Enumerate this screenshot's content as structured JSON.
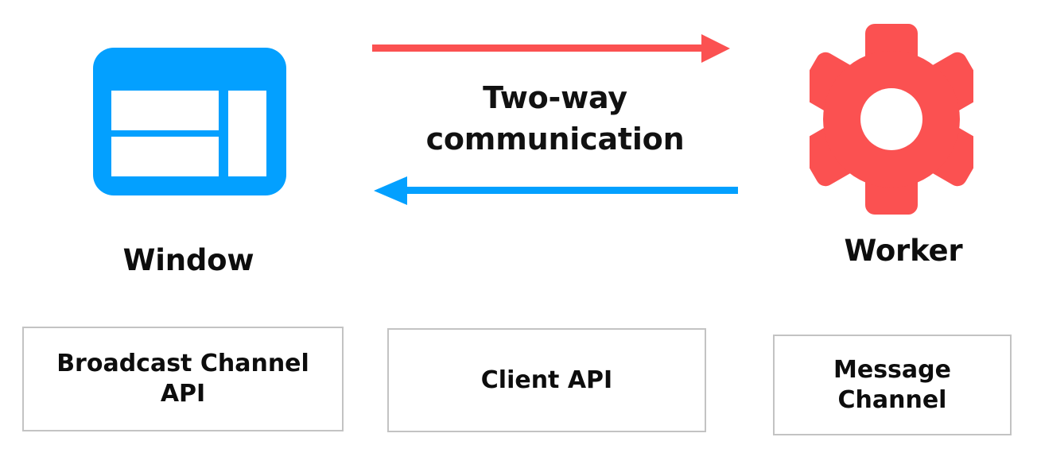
{
  "diagram": {
    "title": "Two-way communication between Window and Worker",
    "background_color": "#ffffff",
    "colors": {
      "blue": "#03a0ff",
      "red": "#fb5151",
      "text": "#0d0d0d",
      "box_border": "#c3c3c3"
    },
    "nodes": [
      {
        "id": "window",
        "label": "Window",
        "icon": "browser-window-icon",
        "color": "#03a0ff"
      },
      {
        "id": "worker",
        "label": "Worker",
        "icon": "gear-icon",
        "color": "#fb5151"
      }
    ],
    "connector": {
      "caption_line_1": "Two-way",
      "caption_line_2": "communication",
      "arrows": [
        {
          "id": "window-to-worker",
          "direction": "right",
          "color": "#fb5151",
          "icon": "arrow-right-icon"
        },
        {
          "id": "worker-to-window",
          "direction": "left",
          "color": "#03a0ff",
          "icon": "arrow-left-icon"
        }
      ]
    },
    "api_boxes": [
      {
        "id": "broadcast-channel-api",
        "lines": [
          "Broadcast Channel",
          "API"
        ]
      },
      {
        "id": "client-api",
        "lines": [
          "Client API"
        ]
      },
      {
        "id": "message-channel",
        "lines": [
          "Message",
          "Channel"
        ]
      }
    ]
  }
}
